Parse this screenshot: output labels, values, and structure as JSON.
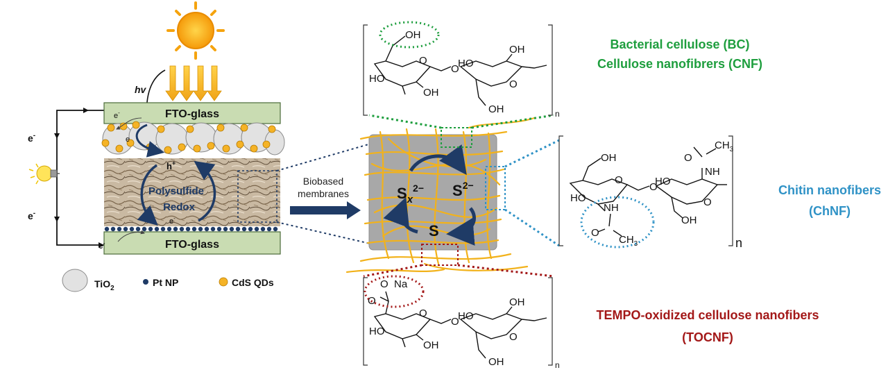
{
  "cell": {
    "electrode_top": "FTO-glass",
    "electrode_bottom": "FTO-glass",
    "light": "hv",
    "circuit_electron_top": "e",
    "circuit_electron_bottom": "e",
    "electron_label": "e",
    "hole_label": "h",
    "electrolyte_line1": "Polysulfide",
    "electrolyte_line2": "Redox"
  },
  "legend": {
    "tio2": "TiO",
    "tio2_sub": "2",
    "pt": "Pt NP",
    "cds": "CdS QDs"
  },
  "arrow_label_line1": "Biobased",
  "arrow_label_line2": "membranes",
  "membrane": {
    "species_sx": "S",
    "species_sx_sub": "x",
    "species_sx_sup": "2−",
    "species_s2": "S",
    "species_s2_sup": "2−",
    "species_s": "S"
  },
  "materials": {
    "bc": "Bacterial cellulose (BC)",
    "cnf": "Cellulose nanofibrers (CNF)",
    "chnf_line1": "Chitin nanofibers",
    "chnf_line2": "(ChNF)",
    "tocnf_line1": "TEMPO-oxidized cellulose nanofibers",
    "tocnf_line2": "(TOCNF)"
  },
  "chem": {
    "oh": "OH",
    "ho": "HO",
    "o": "O",
    "n": "n",
    "nh": "NH",
    "ch3": "CH",
    "ch3_sub": "3",
    "na": "Na"
  },
  "colors": {
    "green": "#1e9e3e",
    "blue": "#2f92c6",
    "red": "#a31818",
    "navy": "#1f3b66",
    "gold": "#f2b21b",
    "glass": "#c9dcb2"
  },
  "icons": [
    "sun-icon",
    "light-bulb-icon"
  ]
}
